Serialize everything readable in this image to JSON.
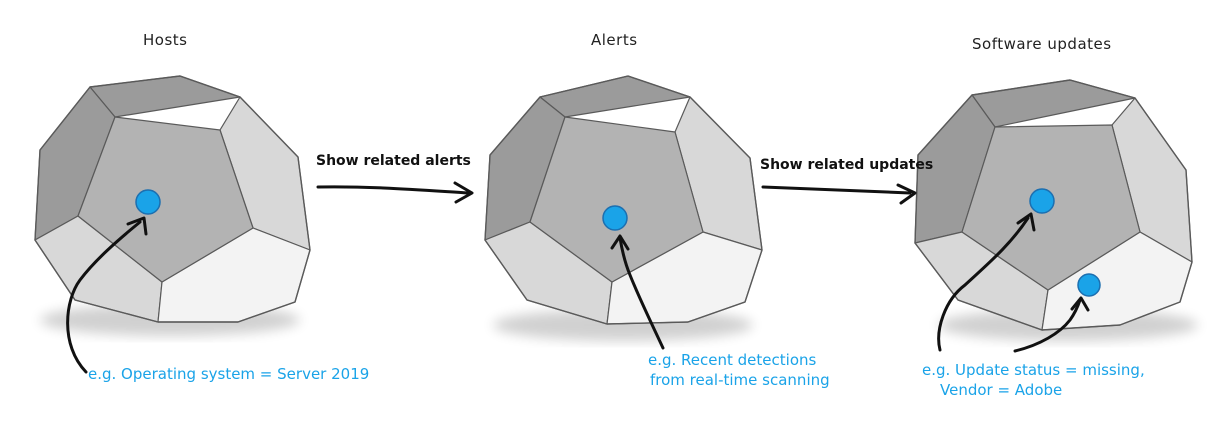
{
  "colors": {
    "accent": "#1aa3e8",
    "dot_fill": "#1aa3e8",
    "dot_stroke": "#1c6fb0",
    "face_top": "#9b9b9b",
    "face_mid": "#b3b3b3",
    "face_light": "#d8d8d8",
    "face_bottom": "#f3f3f3",
    "stroke": "#5a5a5a"
  },
  "nodes": [
    {
      "id": "hosts",
      "title": "Hosts"
    },
    {
      "id": "alerts",
      "title": "Alerts"
    },
    {
      "id": "updates",
      "title": "Software updates"
    }
  ],
  "edges": [
    {
      "from": "hosts",
      "to": "alerts",
      "label": "Show related alerts"
    },
    {
      "from": "alerts",
      "to": "updates",
      "label": "Show related updates"
    }
  ],
  "annotations": {
    "hosts": [
      "e.g. Operating system = Server 2019"
    ],
    "alerts": [
      "e.g. Recent detections",
      "from real-time scanning"
    ],
    "updates": [
      "e.g. Update status = missing,",
      "Vendor = Adobe"
    ]
  }
}
